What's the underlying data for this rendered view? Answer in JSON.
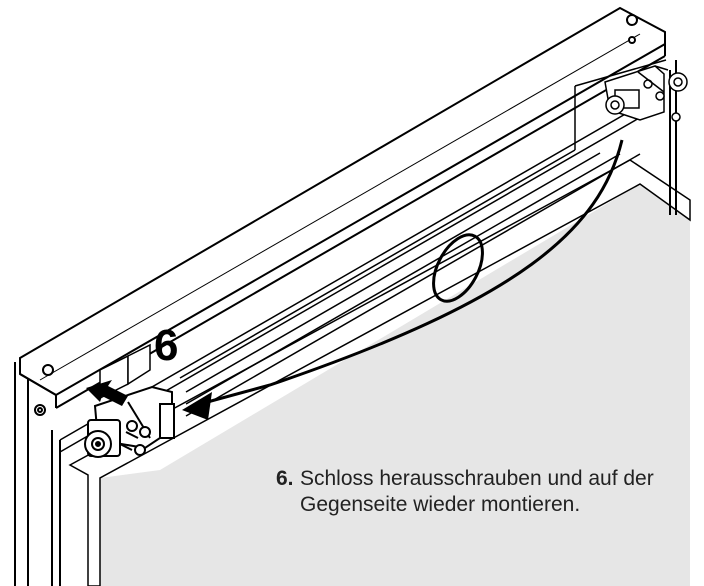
{
  "step": {
    "label": "6"
  },
  "instruction": {
    "number": "6.",
    "line1": "Schloss herausschrauben und auf der",
    "line2": "Gegenseite wieder montieren."
  }
}
